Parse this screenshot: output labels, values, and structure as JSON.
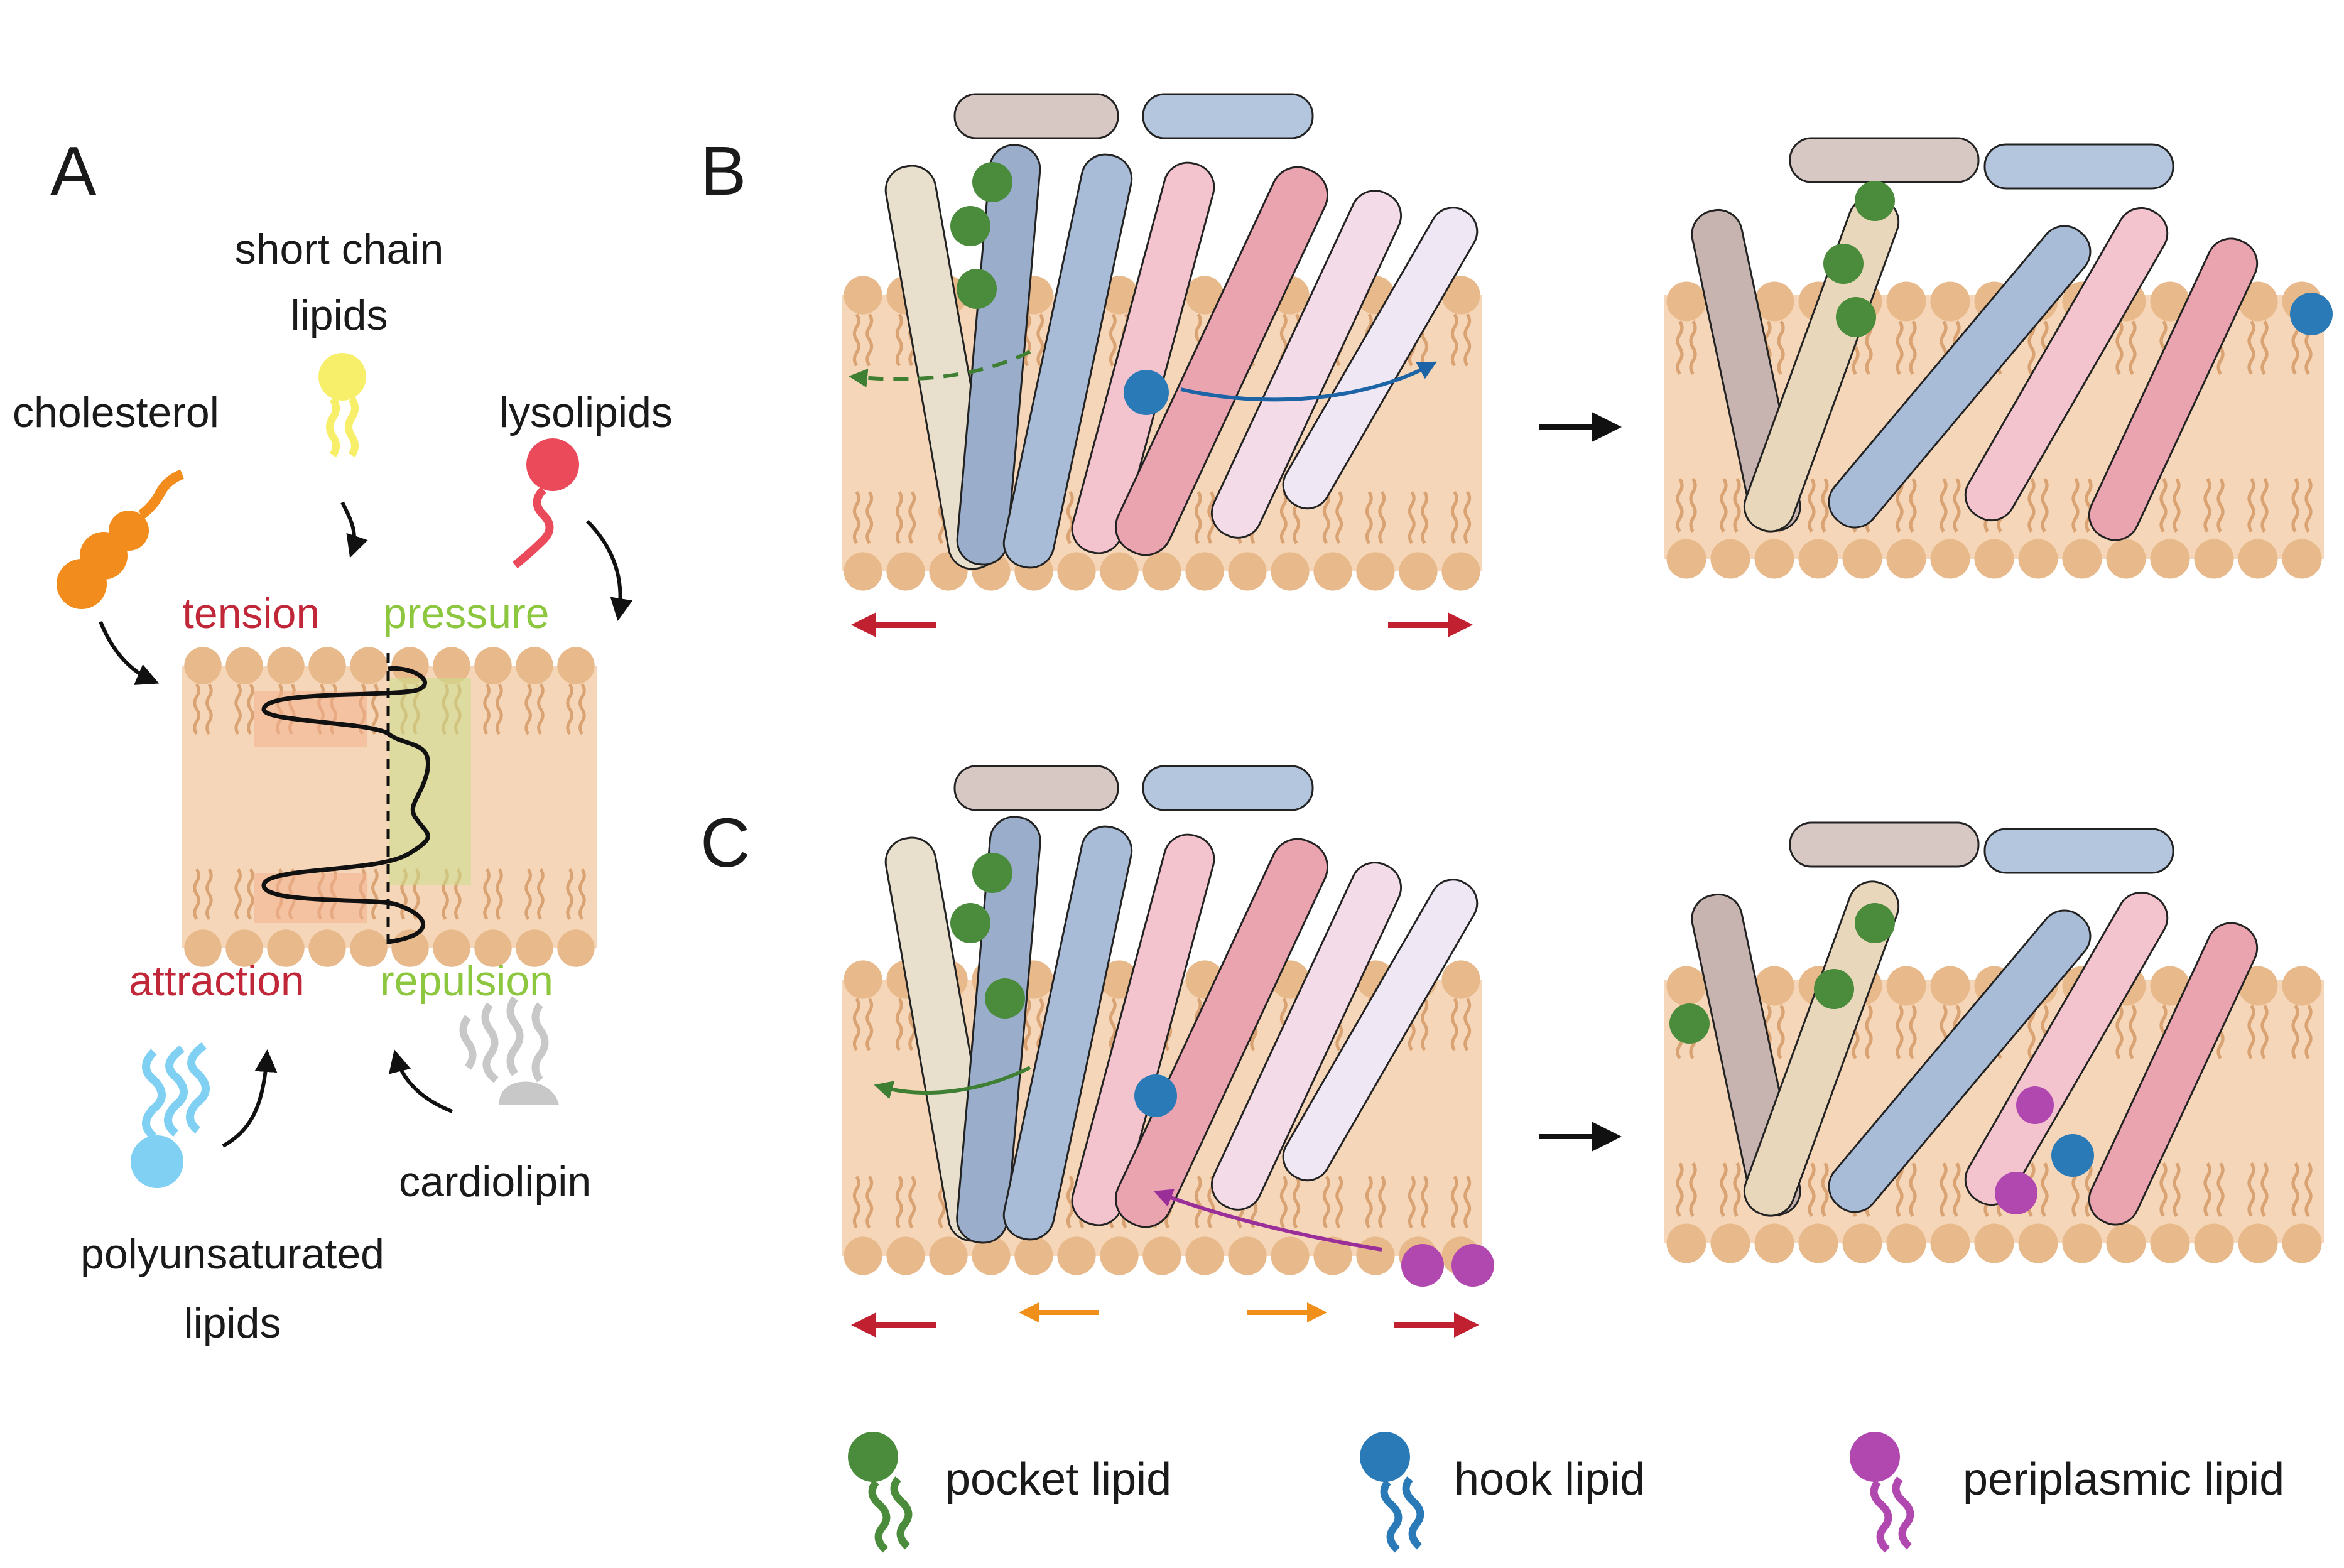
{
  "panels": {
    "a": "A",
    "b": "B",
    "c": "C"
  },
  "panel_a": {
    "modulators": {
      "short_chain_line1": "short chain",
      "short_chain_line2": "lipids",
      "cholesterol": "cholesterol",
      "lysolipids": "lysolipids",
      "cardiolipin": "cardiolipin",
      "polyunsaturated_line1": "polyunsaturated",
      "polyunsaturated_line2": "lipids"
    },
    "forces": {
      "tension": "tension",
      "pressure": "pressure",
      "attraction": "attraction",
      "repulsion": "repulsion"
    }
  },
  "legend": {
    "pocket": "pocket lipid",
    "hook": "hook lipid",
    "periplasmic": "periplasmic lipid"
  },
  "colors": {
    "membrane": "#f6d6b8",
    "headgroup": "#e8b98a",
    "tail": "#d9a373",
    "pocket_lipid": "#4a8b3c",
    "hook_lipid": "#2a7ab8",
    "periplasmic_lipid": "#b148b0",
    "tension_arrow": "#c0202f",
    "curvature_arrow": "#f0901a",
    "tension_text": "#c0283a",
    "pressure_text": "#8dc63f",
    "cholesterol": "#f28c1c",
    "short_chain": "#f7ef6a",
    "lysolipid": "#ea4a5a",
    "cardiolipin": "#c8c8c8",
    "polyunsaturated": "#7fd0f2"
  },
  "icons": [
    "pocket-lipid-icon",
    "hook-lipid-icon",
    "periplasmic-lipid-icon",
    "cholesterol-icon",
    "short-chain-lipid-icon",
    "lysolipid-icon",
    "cardiolipin-icon",
    "polyunsaturated-lipid-icon"
  ]
}
